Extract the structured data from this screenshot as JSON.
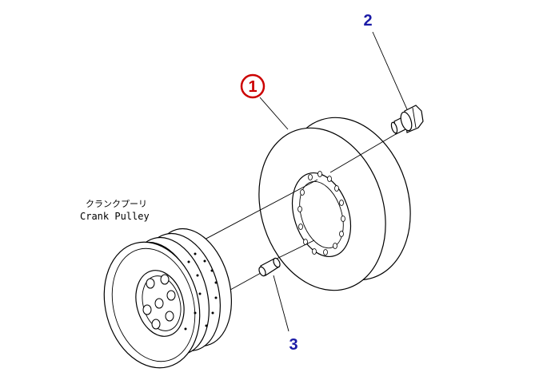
{
  "callouts": [
    {
      "id": "1",
      "label": "1",
      "color": "#cc0000",
      "circled": true
    },
    {
      "id": "2",
      "label": "2",
      "color": "#1a1aa6",
      "circled": false
    },
    {
      "id": "3",
      "label": "3",
      "color": "#1a1aa6",
      "circled": false
    }
  ],
  "part_label": {
    "japanese": "クランクプーリ",
    "english": "Crank Pulley"
  }
}
